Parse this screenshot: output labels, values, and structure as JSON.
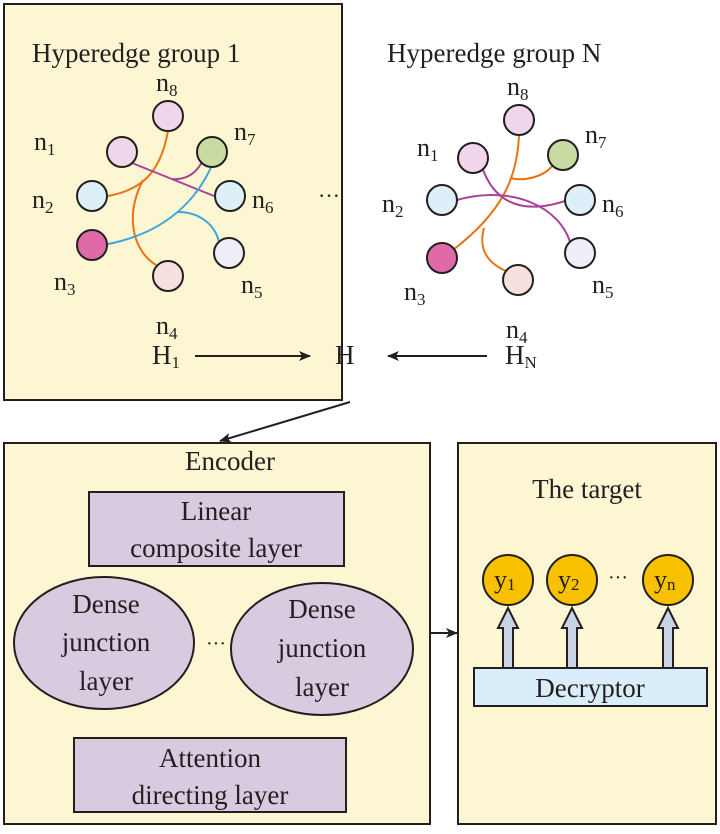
{
  "colors": {
    "panel_bg": "#fdf6d3",
    "layer_fill": "#d8cbe0",
    "decryptor_fill": "#d9eefa",
    "output_fill": "#f7c100",
    "arrow_fill": "#c9d3e6",
    "edge_orange": "#e9730f",
    "edge_purple": "#a8429a",
    "edge_blue": "#3aa7dc"
  },
  "top_panel": {
    "group1": {
      "title": "Hyperedge group 1",
      "output": "H",
      "output_sub": "1"
    },
    "groupN": {
      "title": "Hyperedge group N",
      "output": "H",
      "output_sub": "N"
    },
    "ellipsis": "···",
    "merged": "H",
    "nodes": [
      {
        "id": "n1",
        "base": "n",
        "sub": "1",
        "color": "#f0d6ea"
      },
      {
        "id": "n2",
        "base": "n",
        "sub": "2",
        "color": "#ddeff9"
      },
      {
        "id": "n3",
        "base": "n",
        "sub": "3",
        "color": "#e06aa7"
      },
      {
        "id": "n4",
        "base": "n",
        "sub": "4",
        "color": "#f6e1e0"
      },
      {
        "id": "n5",
        "base": "n",
        "sub": "5",
        "color": "#efedf7"
      },
      {
        "id": "n6",
        "base": "n",
        "sub": "6",
        "color": "#ddeff9"
      },
      {
        "id": "n7",
        "base": "n",
        "sub": "7",
        "color": "#c9dba2"
      },
      {
        "id": "n8",
        "base": "n",
        "sub": "8",
        "color": "#f0d6ea"
      }
    ]
  },
  "encoder": {
    "title": "Encoder",
    "linear": [
      "Linear",
      "composite layer"
    ],
    "dense1": [
      "Dense",
      "junction",
      "layer"
    ],
    "dense2": [
      "Dense",
      "junction",
      "layer"
    ],
    "ellipsis": "···",
    "attention": [
      "Attention",
      "directing layer"
    ]
  },
  "target": {
    "title": "The target",
    "outputs": [
      {
        "base": "y",
        "sub": "1"
      },
      {
        "base": "y",
        "sub": "2"
      },
      {
        "base": "y",
        "sub": "n"
      }
    ],
    "ellipsis": "···",
    "decryptor": "Decryptor"
  }
}
